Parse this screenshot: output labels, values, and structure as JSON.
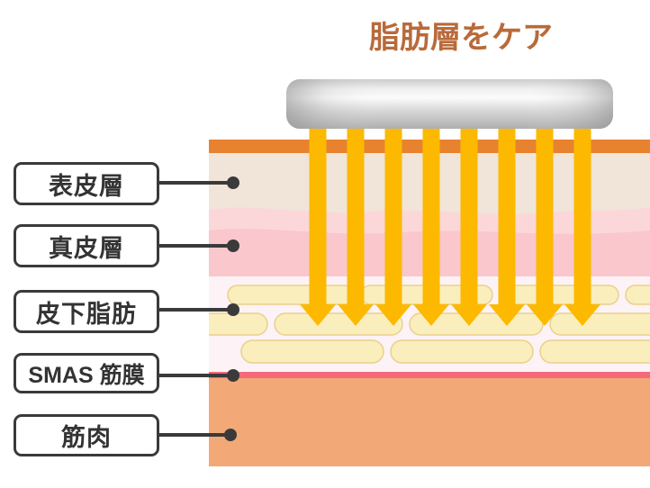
{
  "title": {
    "text": "脂肪層をケア"
  },
  "labels": [
    {
      "id": "epidermis",
      "text": "表皮層"
    },
    {
      "id": "dermis",
      "text": "真皮層"
    },
    {
      "id": "subcutaneous-fat",
      "text": "皮下脂肪"
    },
    {
      "id": "smas-fascia",
      "text": "SMAS 筋膜"
    },
    {
      "id": "muscle",
      "text": "筋肉"
    }
  ],
  "arrows": {
    "count": 8
  },
  "colors": {
    "title_text": "#b96a3a",
    "outline": "#3a3a3a",
    "label_text": "#333333",
    "arrow": "#fcb900",
    "skin_surface": "#e8822f",
    "epidermis": "#f0e5d8",
    "dermis_light": "#fbd7da",
    "dermis": "#f9c7cc",
    "fat_bg": "#fdf2f5",
    "fat_cell": "#faeebd",
    "fat_cell_border": "#e8d18f",
    "smas": "#f5697a",
    "muscle": "#f2a877"
  }
}
